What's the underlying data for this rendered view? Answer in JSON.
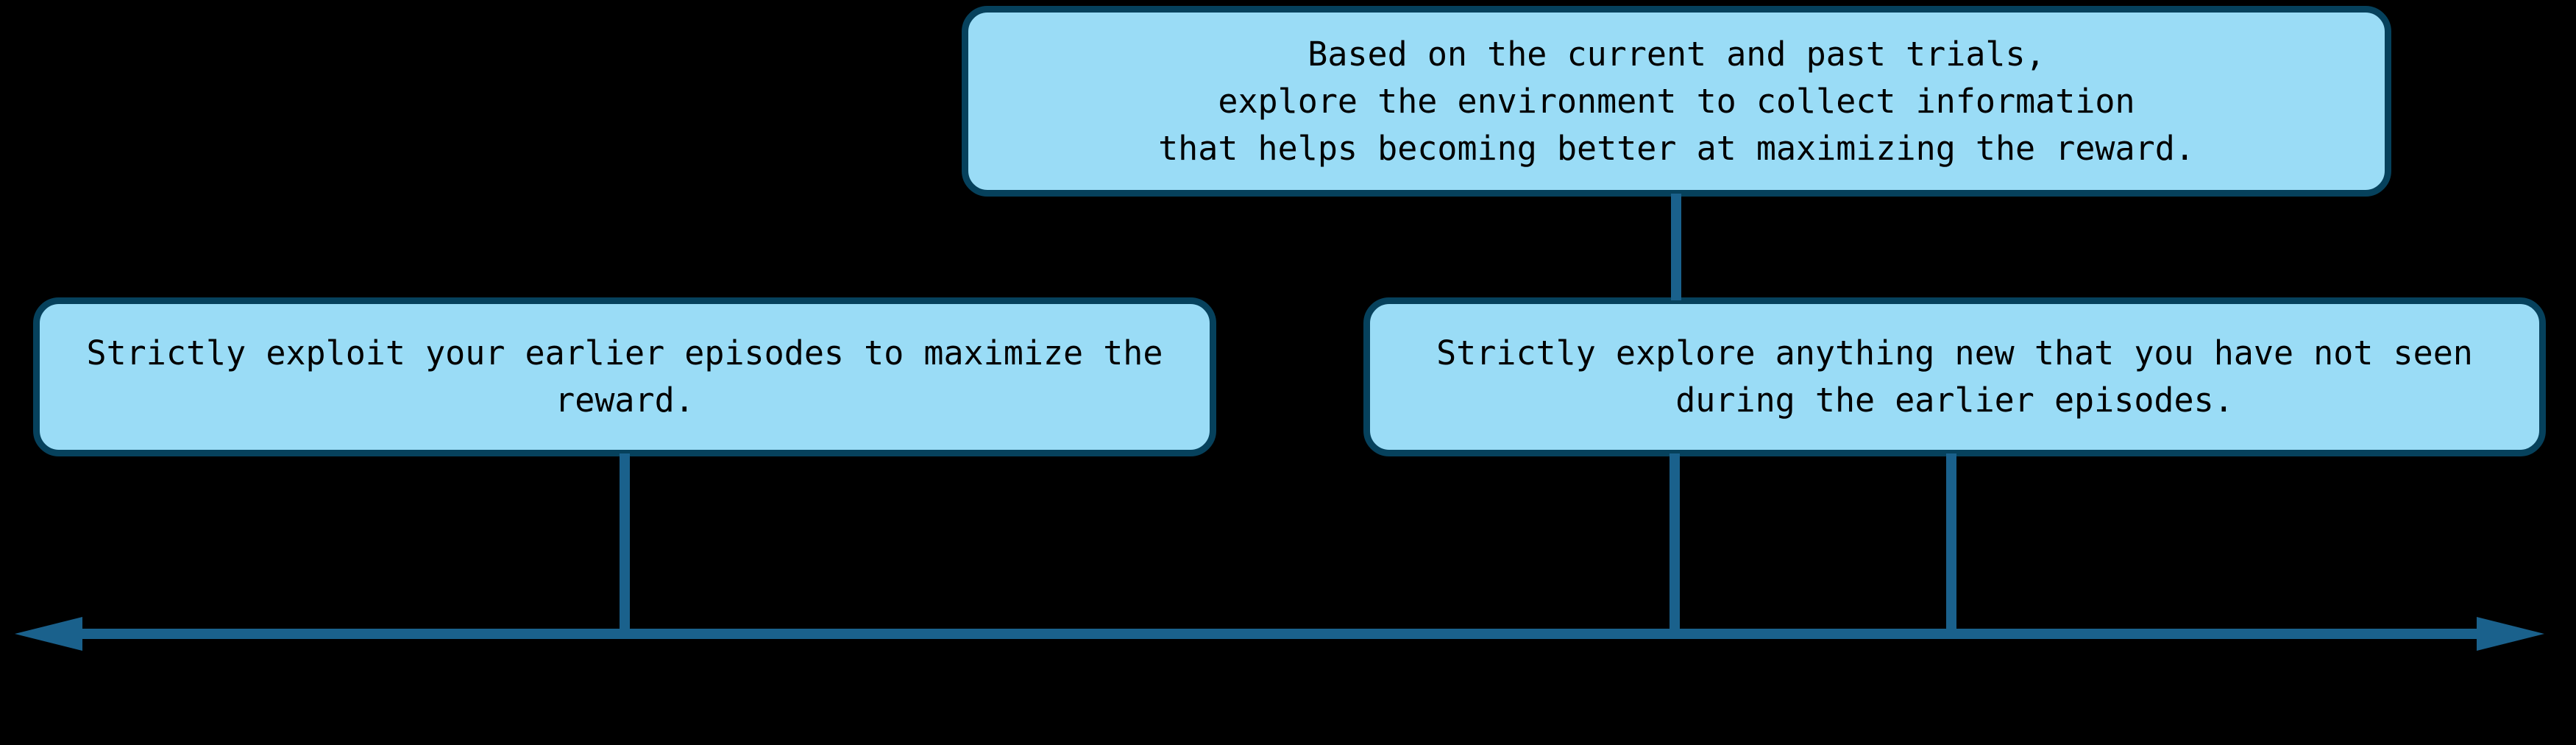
{
  "diagram": {
    "background_color": "#000000",
    "box_fill_color": "#9adcf6",
    "box_border_color": "#06415c",
    "line_color": "#1a618c",
    "text_color": "#000000",
    "boxes": {
      "top": {
        "text": "Based on the current and past trials,\nexplore the environment to collect information\nthat helps becoming better at maximizing the reward."
      },
      "left": {
        "text": "Strictly exploit your earlier episodes to maximize the\nreward."
      },
      "right": {
        "text": "Strictly explore anything new that you have not seen\nduring the earlier episodes."
      }
    },
    "axis": {
      "style": "double-headed horizontal arrow",
      "connectors": [
        "top-box to right-box",
        "left-box to axis",
        "top-box position to axis",
        "right-box to axis"
      ]
    }
  }
}
